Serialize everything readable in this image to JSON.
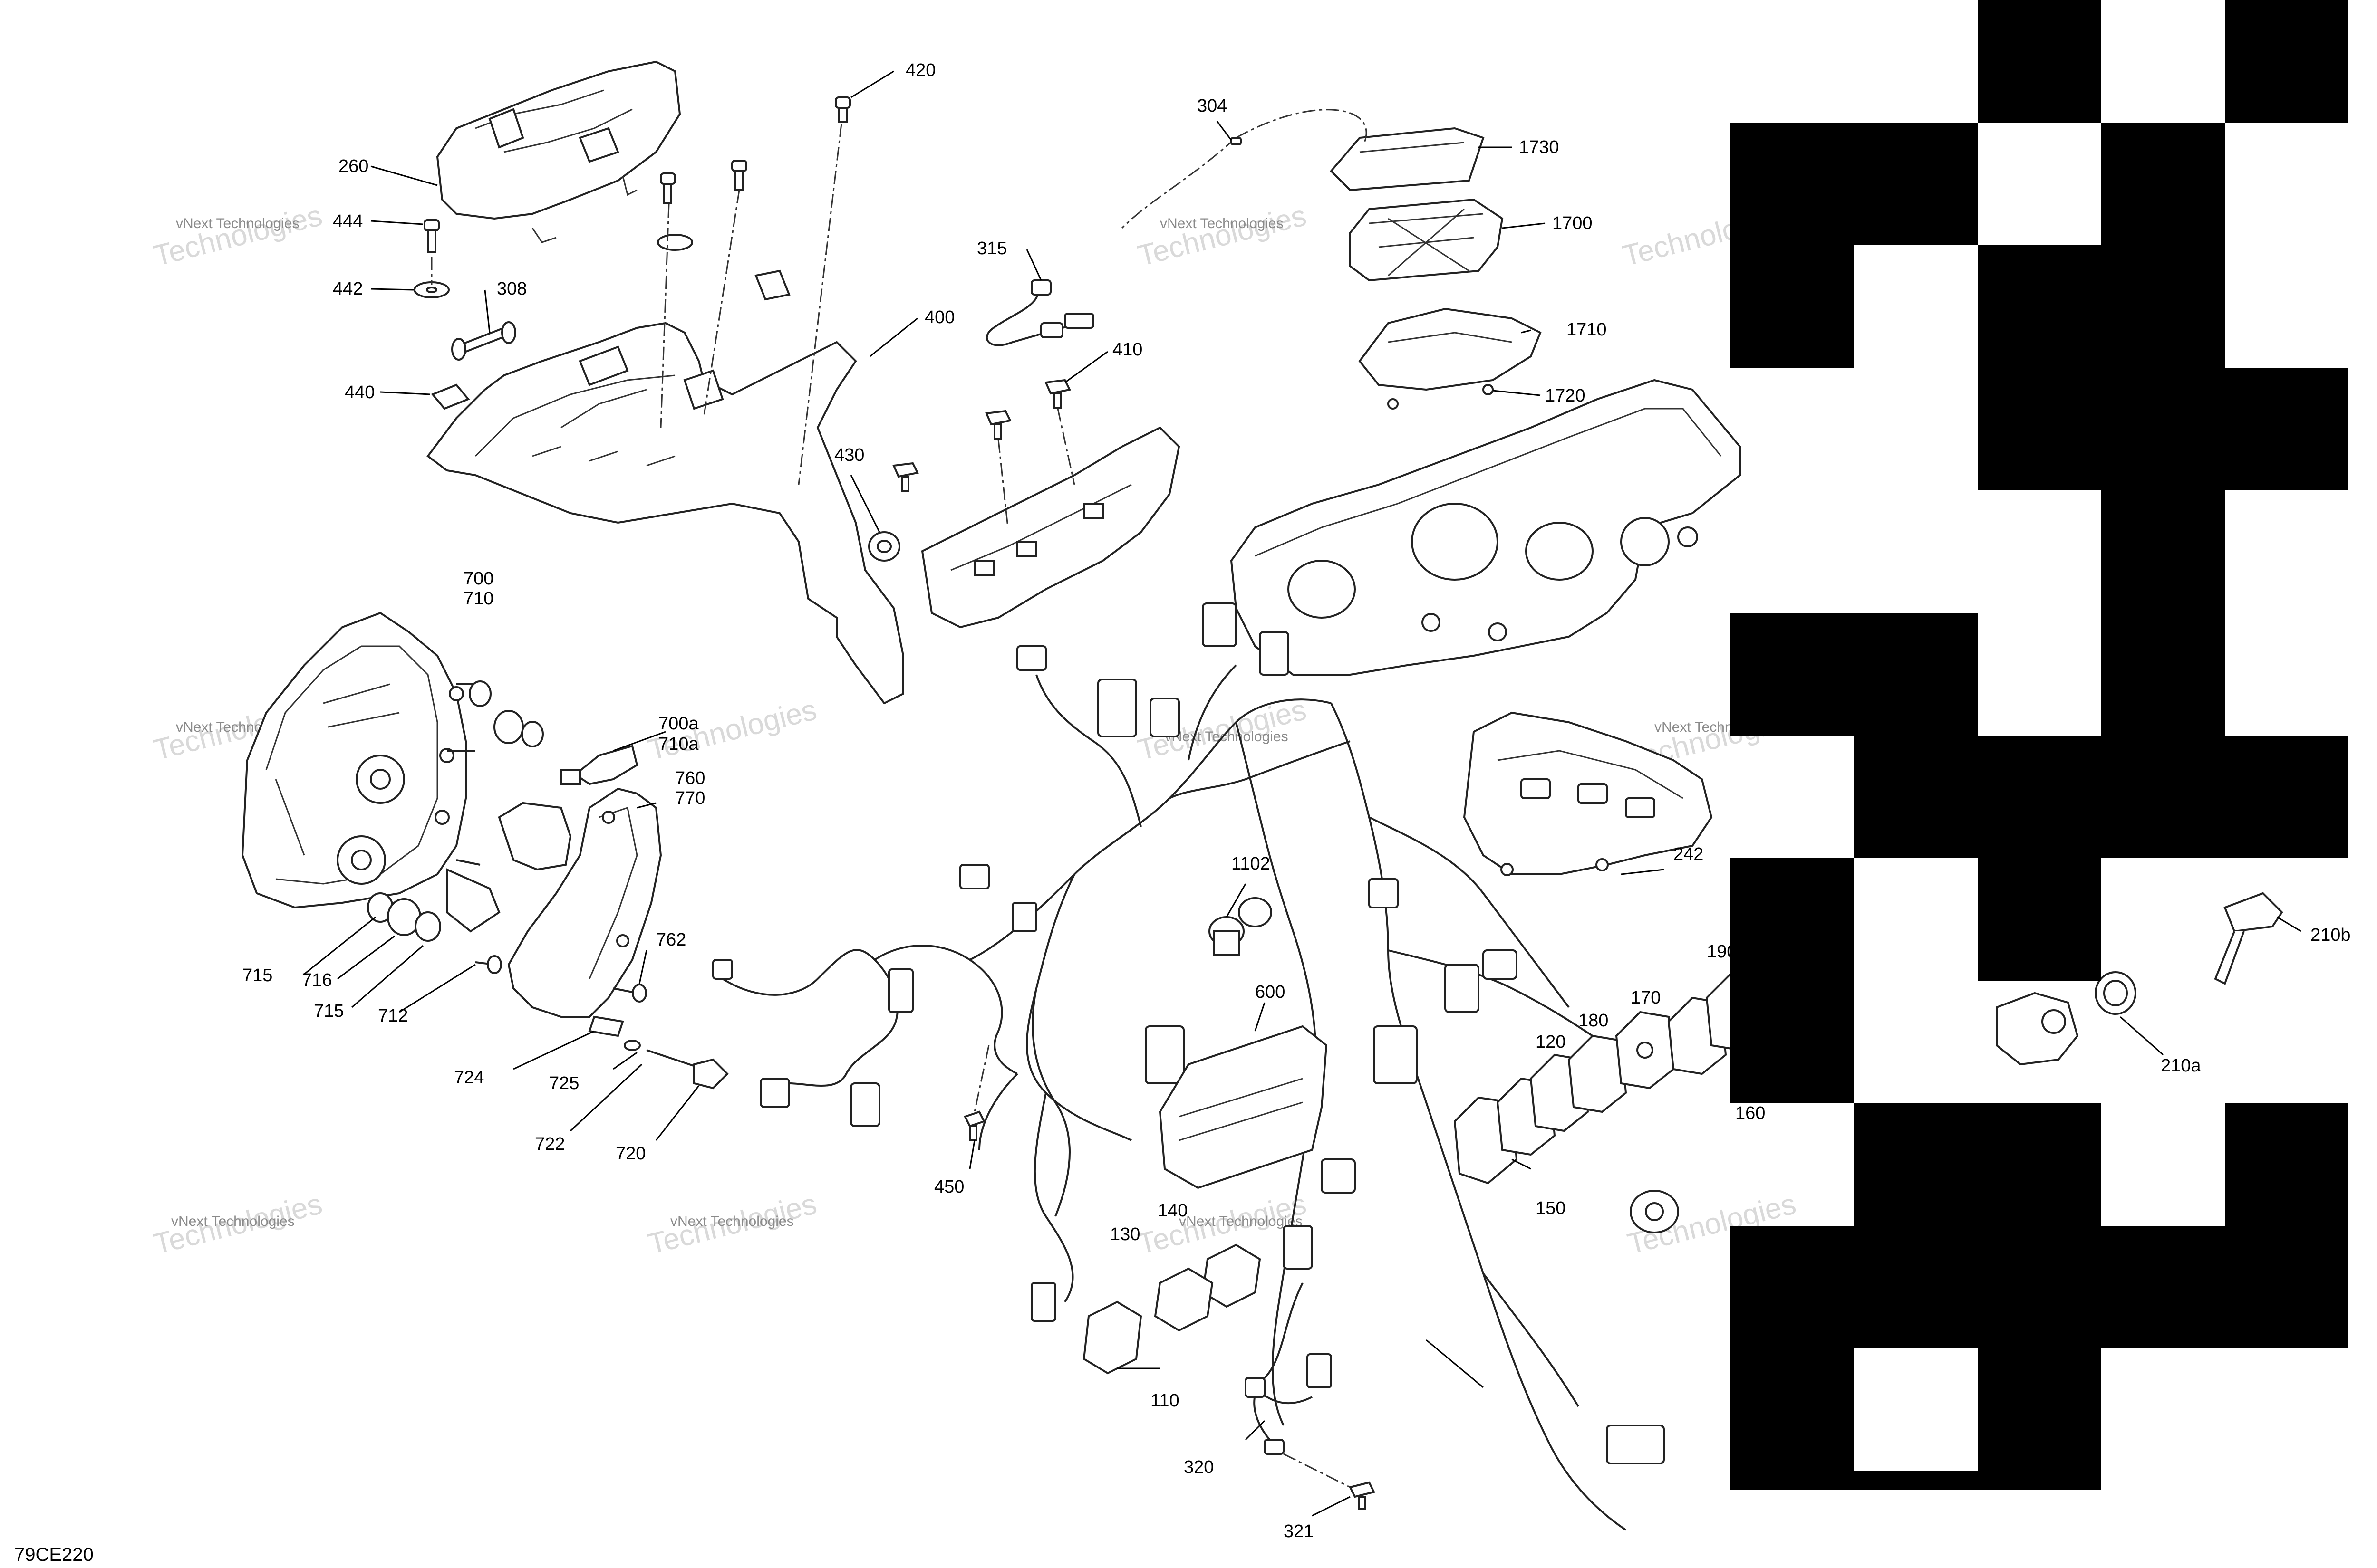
{
  "diagram_code": "79CE220",
  "watermark": {
    "line1": "vNext Technologies",
    "line2": "Technologies"
  },
  "part_labels": {
    "p260": "260",
    "p444": "444",
    "p442": "442",
    "p308": "308",
    "p440": "440",
    "p420": "420",
    "p400": "400",
    "p430": "430",
    "p304": "304",
    "p315": "315",
    "p410": "410",
    "p1730": "1730",
    "p1700": "1700",
    "p1710": "1710",
    "p1720": "1720",
    "p700": "700",
    "p710": "710",
    "p700a": "700a",
    "p710a": "710a",
    "p760": "760",
    "p770": "770",
    "p715a": "715",
    "p716": "716",
    "p715b": "715",
    "p712": "712",
    "p762": "762",
    "p724": "724",
    "p725": "725",
    "p722": "722",
    "p720": "720",
    "p1102": "1102",
    "p600": "600",
    "p450": "450",
    "p242": "242",
    "p210b": "210b",
    "p210a": "210a",
    "p190": "190",
    "p170": "170",
    "p180": "180",
    "p120": "120",
    "p160": "160",
    "p150": "150",
    "p140": "140",
    "p130": "130",
    "p110": "110",
    "p320": "320",
    "p321": "321"
  }
}
